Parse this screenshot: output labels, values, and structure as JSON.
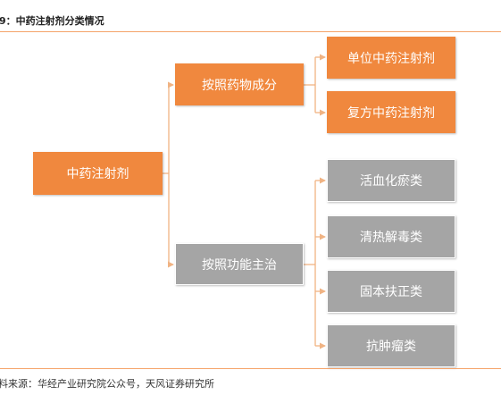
{
  "figure": {
    "title": "9：中药注射剂分类情况",
    "source": "料来源：华经产业研究院公众号，天风证券研究所"
  },
  "colors": {
    "orange": "#F0883E",
    "gray": "#A5A5A5",
    "line": "#F0B383",
    "rule": "#F5A46A"
  },
  "diagram": {
    "root": "中药注射剂",
    "branches": [
      {
        "label": "按照药物成分",
        "leaves": [
          "单位中药注射剂",
          "复方中药注射剂"
        ]
      },
      {
        "label": "按照功能主治",
        "leaves": [
          "活血化瘀类",
          "清热解毒类",
          "固本扶正类",
          "抗肿瘤类"
        ]
      }
    ]
  }
}
